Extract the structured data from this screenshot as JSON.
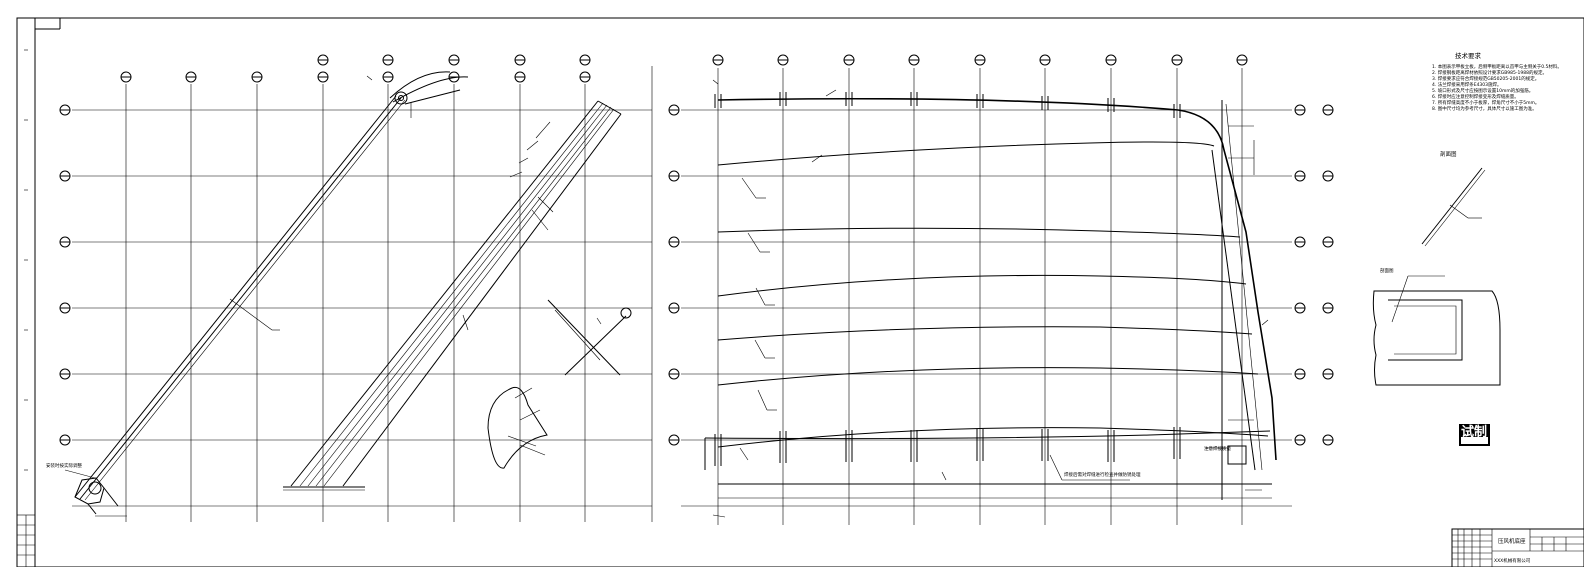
{
  "drawing": {
    "notes_title": "技术要求",
    "notes": [
      "1. 本图表示甲板立板，后侧甲板距离以首甲与主侧关于0.5材料。",
      "2. 焊接钢板距离焊材依照设计要求GB985-1988的规定。",
      "3. 焊接要求应符合焊接规范GB50205-2001的规定。",
      "4. 法兰焊接采用焊条E4303施焊。",
      "5. 坡口形式及尺寸应按图示设置10mm的加强筋。",
      "6. 焊接时应注意控制焊接变形及焊缝质量。",
      "7. 所有焊缝高度不小于板厚，焊角尺寸不小于5mm。",
      "8. 图中尺寸均为参考尺寸，具体尺寸以施工图为准。"
    ],
    "section_label": "剖面图",
    "stamp_text": "试制",
    "title_block": {
      "title": "压风机底座",
      "subtitle": "XXX机械有限公司"
    },
    "left_note": "安装时按实际调整",
    "right_note": "注意焊接质量",
    "bottom_note": "焊接后需对焊缝进行检查并做防锈处理"
  }
}
